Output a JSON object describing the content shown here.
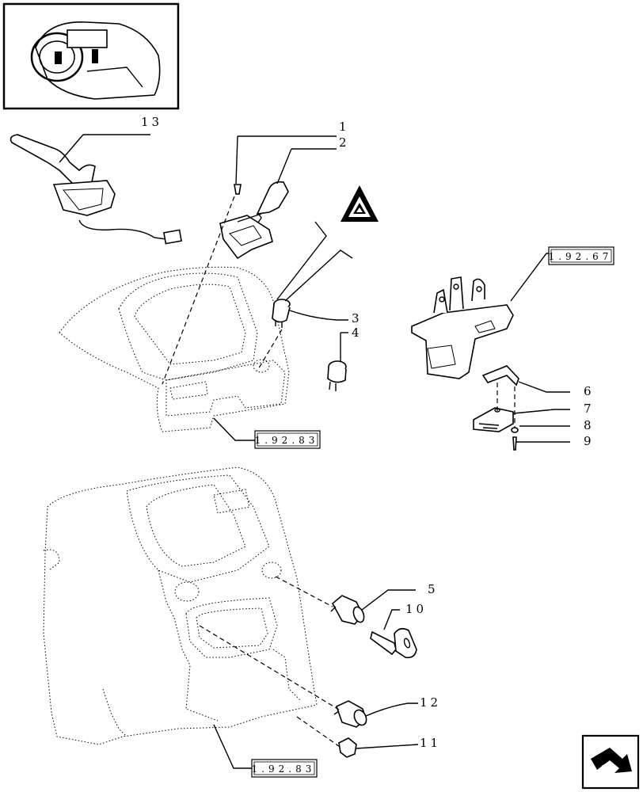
{
  "callouts": {
    "c1": "1",
    "c2": "2",
    "c3": "3",
    "c4": "4",
    "c5": "5",
    "c6": "6",
    "c7": "7",
    "c8": "8",
    "c9": "9",
    "c10": "10",
    "c11": "11",
    "c12": "12",
    "c13": "13"
  },
  "references": {
    "ref_bracket": "1.92.67",
    "ref_dash_upper": "1.92.83",
    "ref_dash_lower": "1.92.83"
  },
  "icons": {
    "warning": "hazard-triangle-icon",
    "nav": "next-page-arrow-icon"
  }
}
